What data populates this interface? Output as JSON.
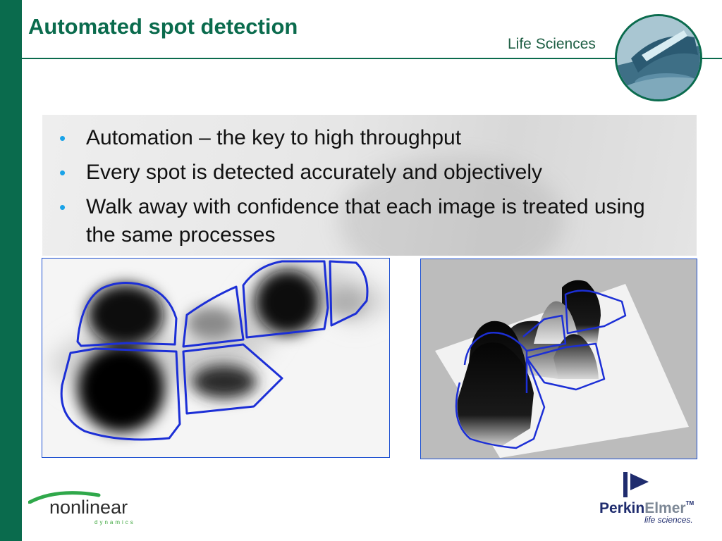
{
  "slide": {
    "title": "Automated spot detection",
    "brand_text": "Life Sciences",
    "bullets": [
      "Automation – the key to high throughput",
      "Every spot is detected accurately and objectively",
      "Walk away with confidence that each image is treated using the same processes"
    ],
    "bullet_glyph": "•"
  },
  "logos": {
    "nonlinear": {
      "word": "nonlinear",
      "sub": "dynamics"
    },
    "perkinelmer": {
      "name_part1": "Perkin",
      "name_part2": "Elmer",
      "trademark": "TM",
      "tagline": "life sciences."
    }
  },
  "colors": {
    "brand_green": "#0a6b4d",
    "bullet_blue": "#1aa3e8",
    "outline_blue": "#1c4fd0",
    "pe_navy": "#1f2c6e"
  },
  "icons": {
    "badge": "lab-photo-badge-icon",
    "spot_image_2d": "gel-spot-image-2d",
    "spot_image_3d": "gel-spot-image-3d",
    "pe_mark": "perkinelmer-mark-icon",
    "nl_swoosh": "nonlinear-swoosh-icon"
  }
}
